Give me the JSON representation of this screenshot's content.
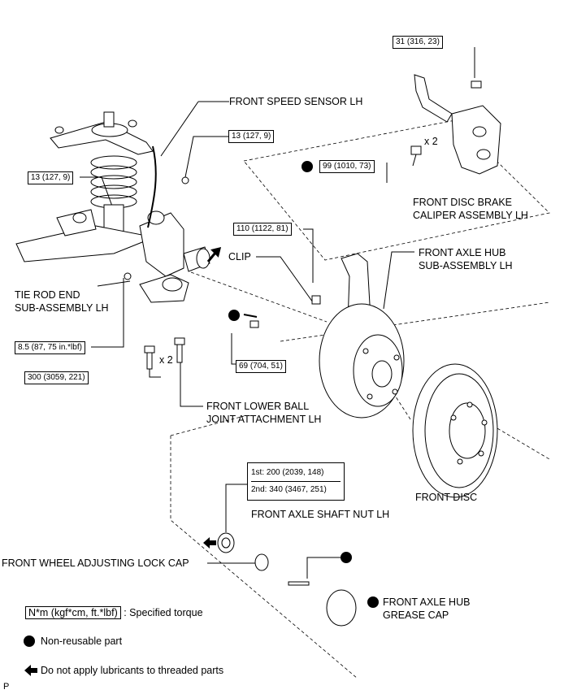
{
  "torque_specs": {
    "t_31": "31 (316, 23)",
    "t_13_sensor": "13 (127, 9)",
    "t_13_left": "13 (127, 9)",
    "t_99": "99 (1010, 73)",
    "t_110": "110 (1122, 81)",
    "t_8_5": "8.5 (87, 75 in.*lbf)",
    "t_300": "300 (3059, 221)",
    "t_69": "69 (704, 51)",
    "t_nut_1st": "1st: 200 (2039, 148)",
    "t_nut_2nd": "2nd: 340 (3467, 251)"
  },
  "parts": {
    "speed_sensor": "FRONT SPEED SENSOR LH",
    "caliper_1": "FRONT DISC BRAKE",
    "caliper_2": "CALIPER ASSEMBLY LH",
    "hub_1": "FRONT AXLE HUB",
    "hub_2": "SUB-ASSEMBLY LH",
    "clip": "CLIP",
    "tie_rod_1": "TIE ROD END",
    "tie_rod_2": "SUB-ASSEMBLY LH",
    "ball_joint_1": "FRONT LOWER BALL",
    "ball_joint_2": "JOINT ATTACHMENT LH",
    "front_disc": "FRONT DISC",
    "shaft_nut": "FRONT AXLE SHAFT NUT LH",
    "lock_cap": "FRONT WHEEL ADJUSTING LOCK CAP",
    "grease_cap_1": "FRONT AXLE HUB",
    "grease_cap_2": "GREASE CAP"
  },
  "quantities": {
    "caliper_bolts": "x 2",
    "lower_bolts": "x 2"
  },
  "legend": {
    "torque_unit": "N*m (kgf*cm, ft.*lbf)",
    "torque_desc": ": Specified torque",
    "non_reusable": "Non-reusable part",
    "no_lube": "Do not apply lubricants to threaded parts"
  },
  "page_marker": "P"
}
